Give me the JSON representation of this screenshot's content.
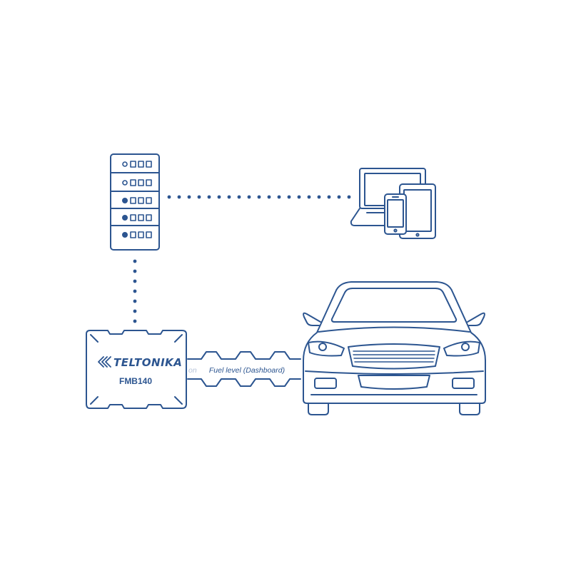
{
  "colors": {
    "stroke": "#2c5590",
    "faded": "#b6c3d8",
    "background": "#ffffff"
  },
  "device": {
    "brand": "TELTONIKA",
    "model": "FMB140"
  },
  "connection": {
    "label": "Fuel level (Dashboard)",
    "faded_label": "on"
  },
  "icons": {
    "server": "server-rack-icon",
    "devices": "laptop-phone-tablet-icon",
    "tracker": "gps-tracker-icon",
    "car": "car-front-icon",
    "link": "can-bus-wave-icon"
  }
}
